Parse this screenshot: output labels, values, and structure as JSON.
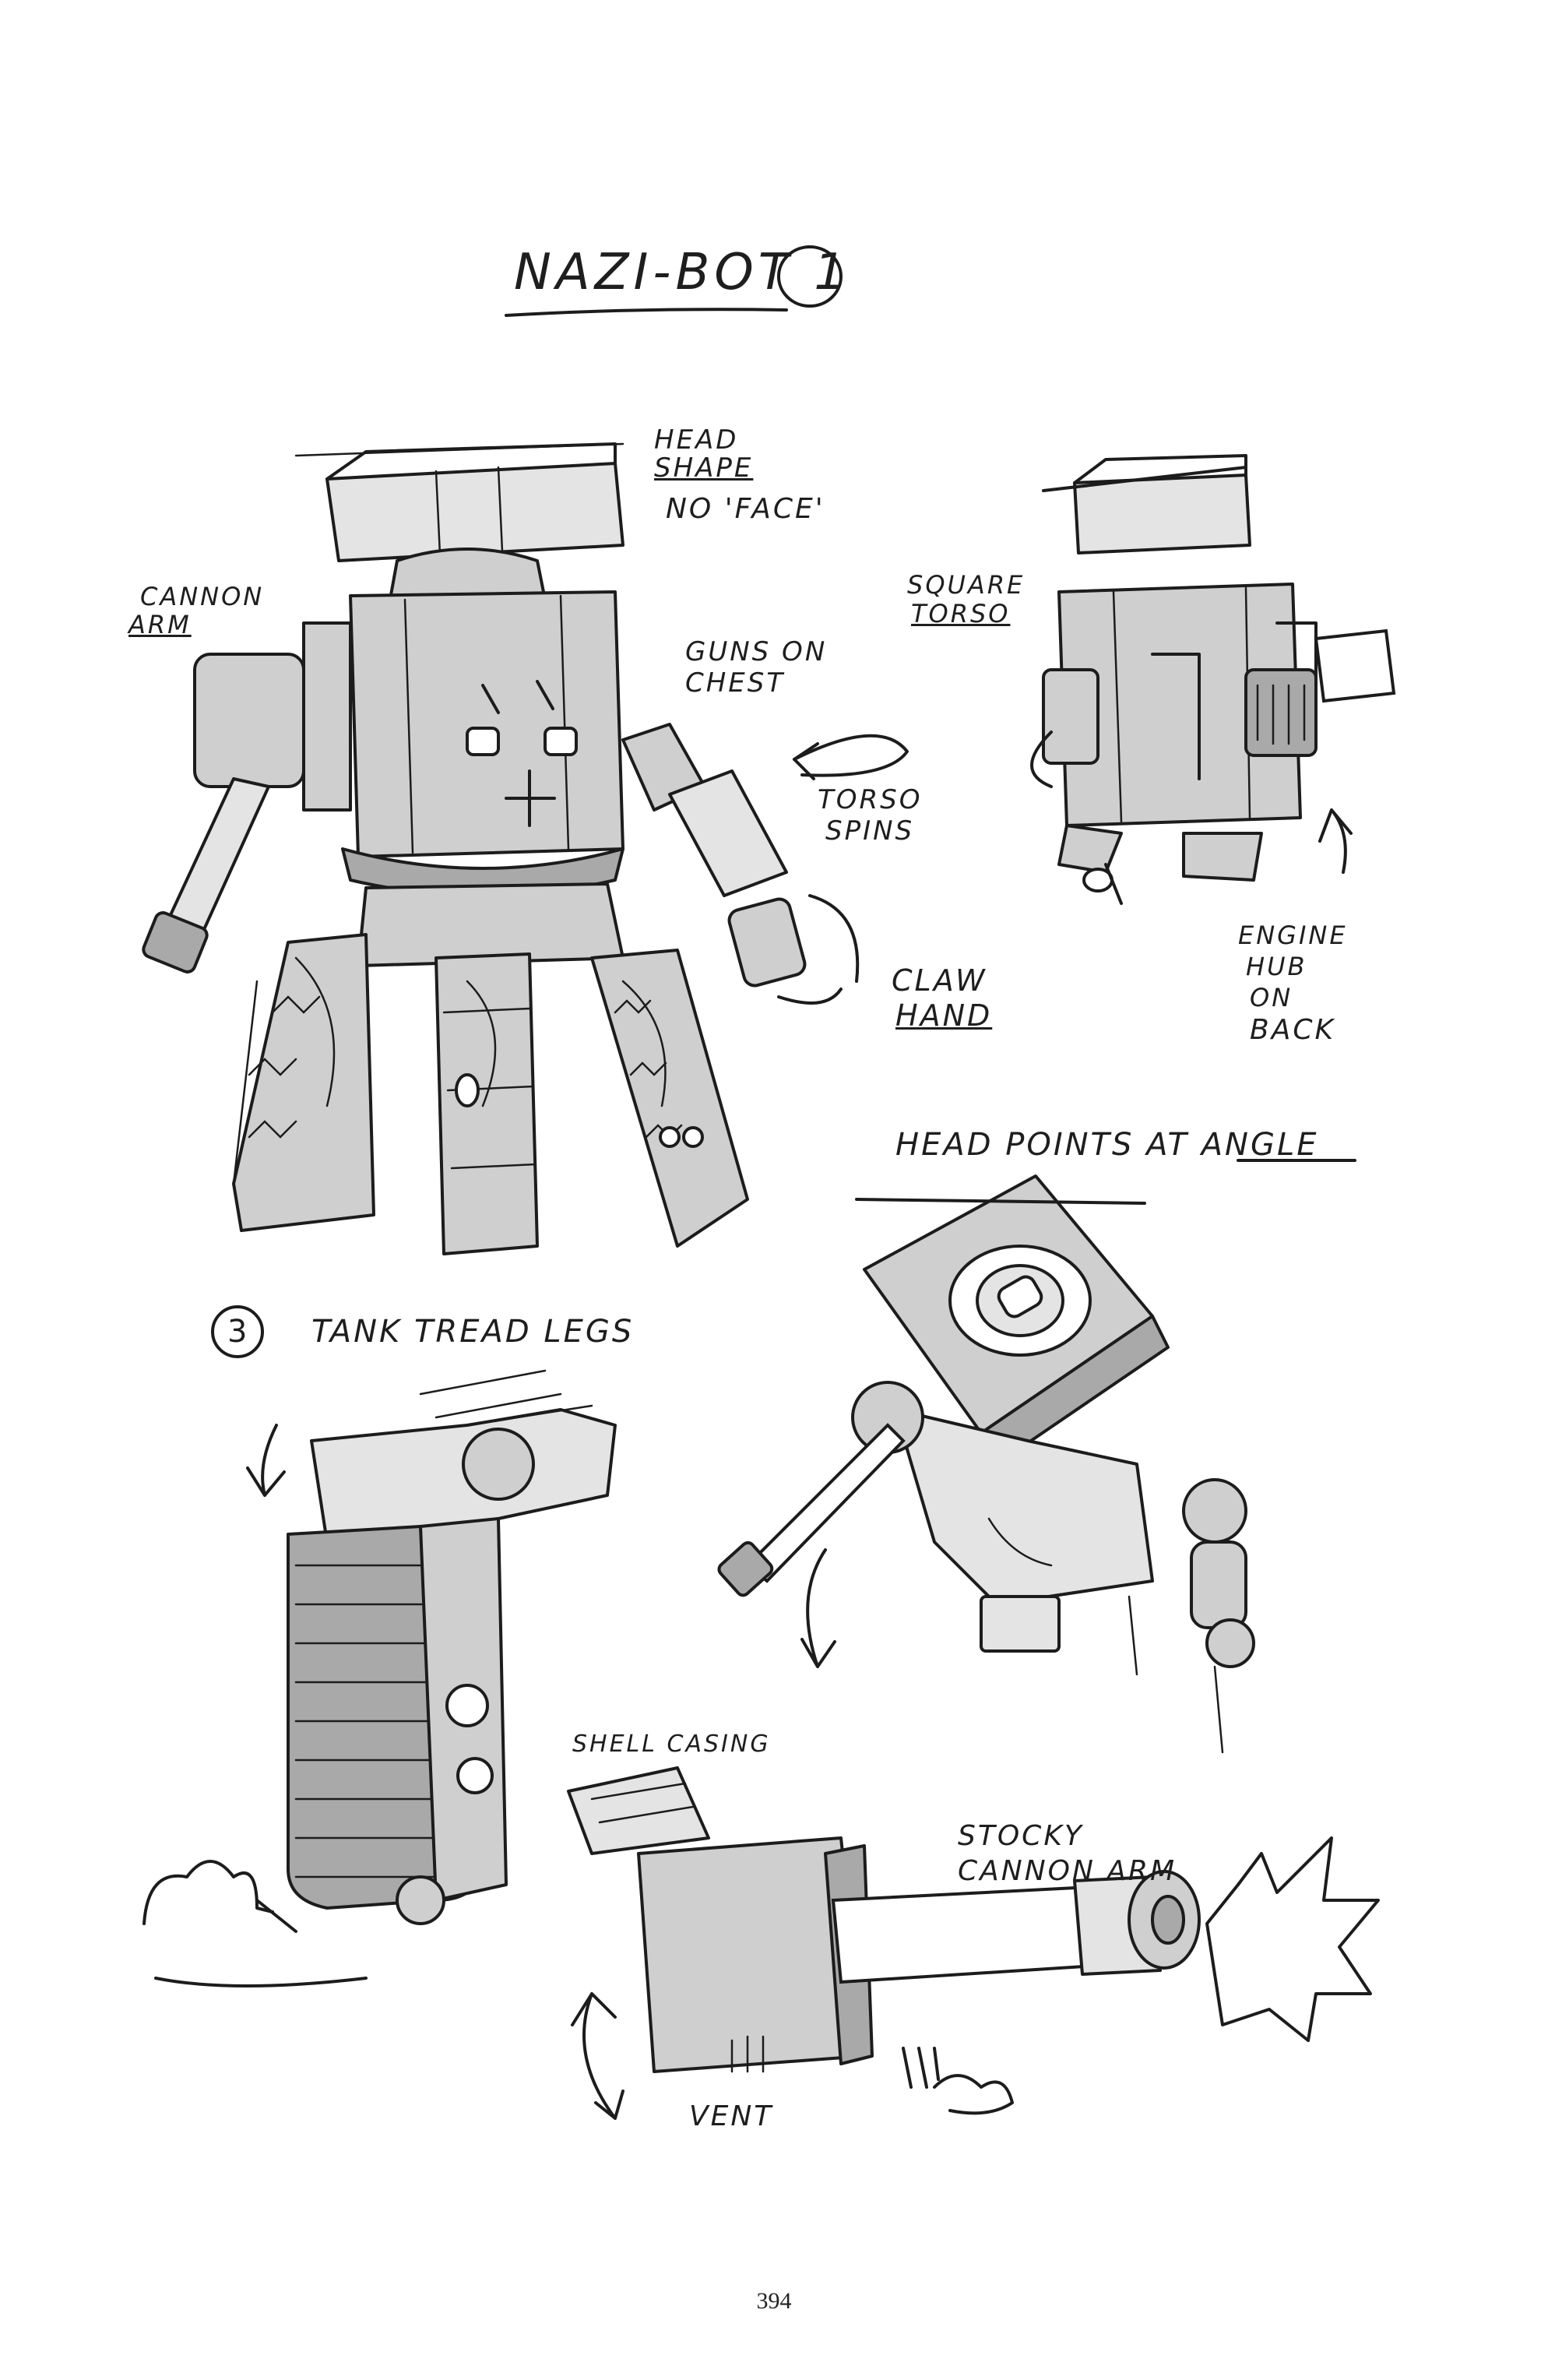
{
  "title": "NAZI-BOT 1",
  "labels": {
    "head_shape_1": "HEAD",
    "head_shape_2": "SHAPE",
    "no_face": "NO 'FACE'",
    "cannon_arm_1": "CANNON",
    "cannon_arm_2": "ARM",
    "square_torso_1": "SQUARE",
    "square_torso_2": "TORSO",
    "guns_on_chest_1": "GUNS ON",
    "guns_on_chest_2": "CHEST",
    "torso_spins_1": "TORSO",
    "torso_spins_2": "SPINS",
    "claw_hand_1": "CLAW",
    "claw_hand_2": "HAND",
    "engine_hub_1": "ENGINE",
    "engine_hub_2": "HUB",
    "engine_hub_3": "ON",
    "engine_hub_4": "BACK",
    "head_points": "HEAD POINTS AT ANGLE",
    "tank_tread_number": "3",
    "tank_tread_legs": "TANK TREAD LEGS",
    "shell_casing": "SHELL CASING",
    "stocky_cannon_1": "STOCKY",
    "stocky_cannon_2": "CANNON ARM",
    "vent": "VENT"
  },
  "page_number": "394",
  "colors": {
    "ink": "#1c1c1c",
    "marker_grey": "#cfcfcf",
    "paper": "#ffffff"
  }
}
